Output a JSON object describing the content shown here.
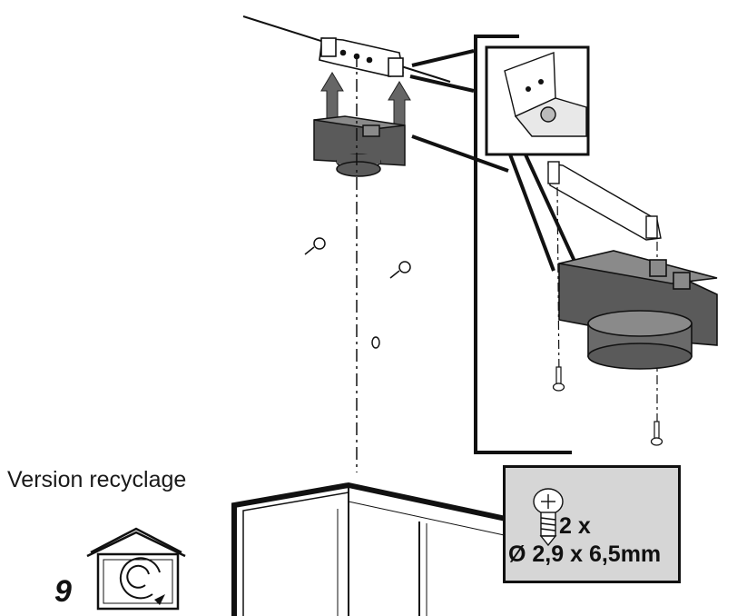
{
  "labels": {
    "version": "Version recyclage",
    "step": "9"
  },
  "screw_spec": {
    "quantity": "2 x",
    "dimension": "Ø 2,9 x 6,5mm"
  },
  "icons": {
    "recycle_house": "recycling-house-icon",
    "screw": "screw-icon"
  },
  "colors": {
    "line": "#111111",
    "part_fill": "#5a5a5a",
    "part_light": "#8a8a8a",
    "spec_box": "#d6d6d6"
  }
}
